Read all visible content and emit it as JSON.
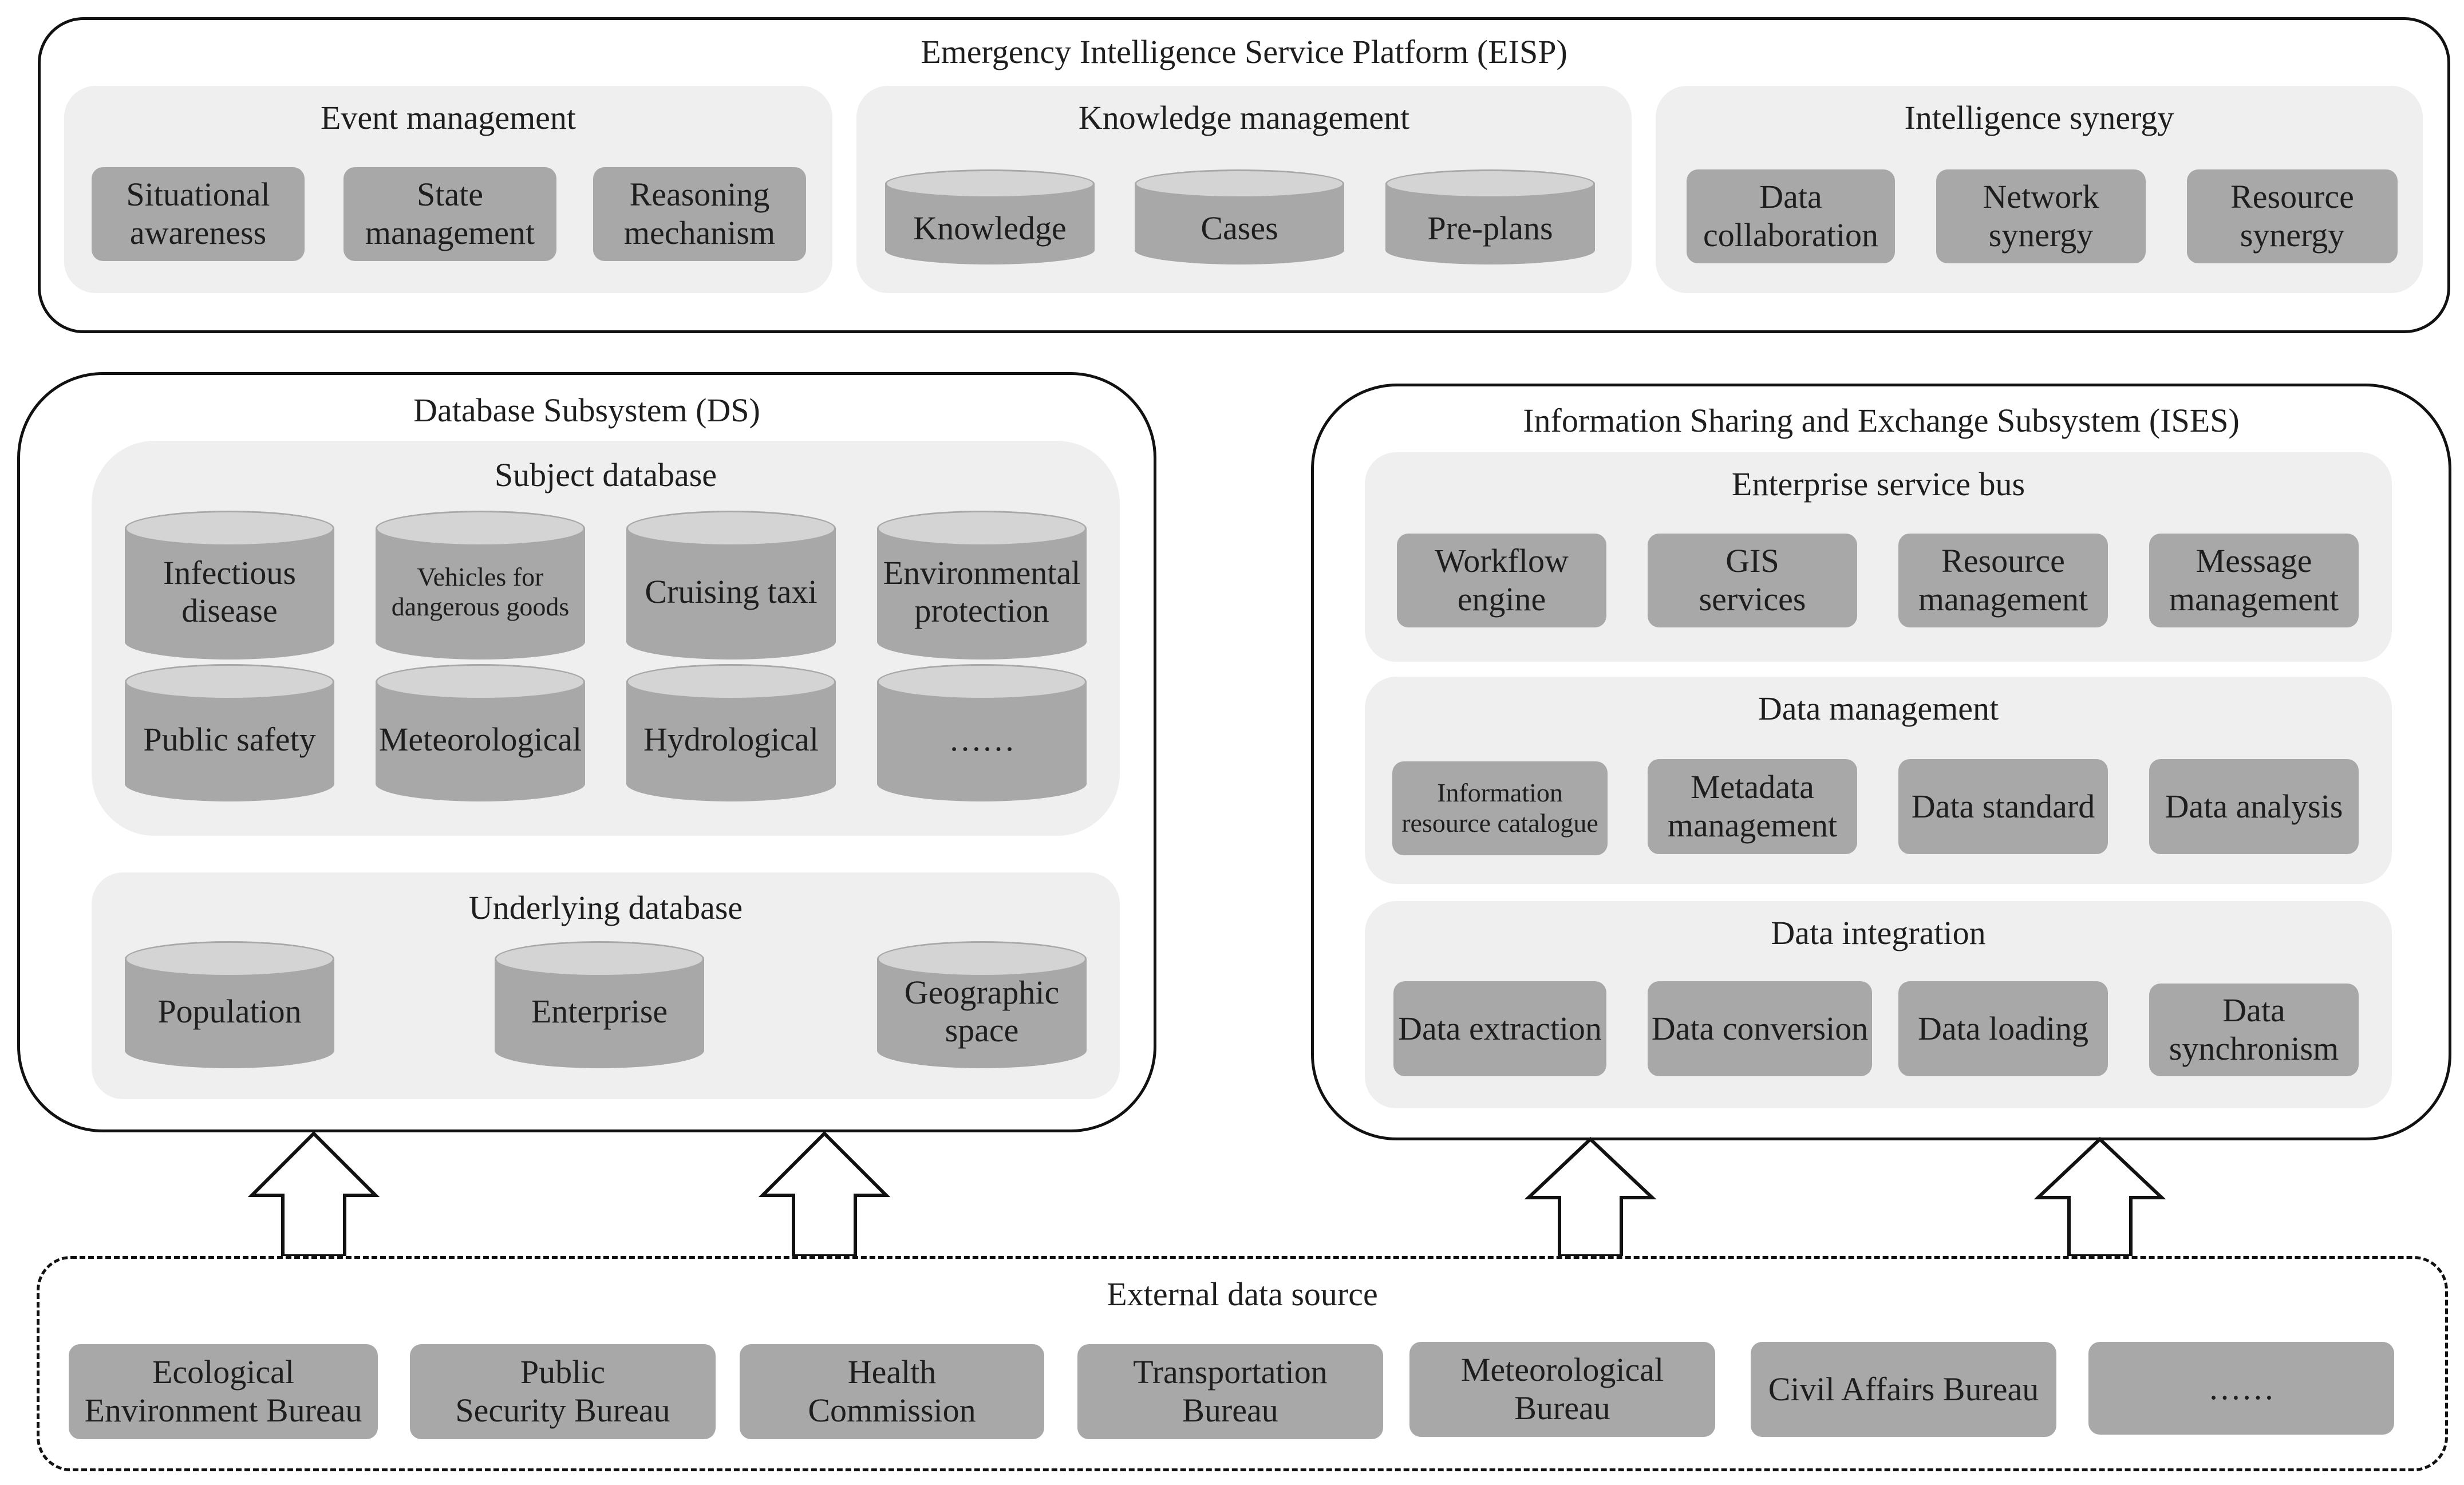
{
  "eisp": {
    "title": "Emergency Intelligence Service Platform (EISP)",
    "event": {
      "title": "Event management",
      "items": [
        "Situational\nawareness",
        "State\nmanagement",
        "Reasoning\nmechanism"
      ]
    },
    "knowledge": {
      "title": "Knowledge management",
      "items": [
        "Knowledge",
        "Cases",
        "Pre-plans"
      ]
    },
    "synergy": {
      "title": "Intelligence synergy",
      "items": [
        "Data\ncollaboration",
        "Network\nsynergy",
        "Resource\nsynergy"
      ]
    }
  },
  "ds": {
    "title": "Database Subsystem (DS)",
    "subject": {
      "title": "Subject database",
      "items": [
        "Infectious\ndisease",
        "Vehicles for\ndangerous goods",
        "Cruising taxi",
        "Environmental\nprotection",
        "Public safety",
        "Meteorological",
        "Hydrological",
        "……"
      ]
    },
    "underlying": {
      "title": "Underlying database",
      "items": [
        "Population",
        "Enterprise",
        "Geographic\nspace"
      ]
    }
  },
  "ises": {
    "title": "Information Sharing and Exchange Subsystem (ISES)",
    "esb": {
      "title": "Enterprise service bus",
      "items": [
        "Workflow\nengine",
        "GIS\nservices",
        "Resource\nmanagement",
        "Message\nmanagement"
      ]
    },
    "dm": {
      "title": "Data management",
      "items": [
        "Information\nresource catalogue",
        "Metadata\nmanagement",
        "Data standard",
        "Data analysis"
      ]
    },
    "di": {
      "title": "Data integration",
      "items": [
        "Data extraction",
        "Data conversion",
        "Data loading",
        "Data\nsynchronism"
      ]
    }
  },
  "external": {
    "title": "External data source",
    "items": [
      "Ecological\nEnvironment Bureau",
      "Public\nSecurity Bureau",
      "Health\nCommission",
      "Transportation\nBureau",
      "Meteorological\nBureau",
      "Civil Affairs Bureau",
      "……"
    ]
  }
}
